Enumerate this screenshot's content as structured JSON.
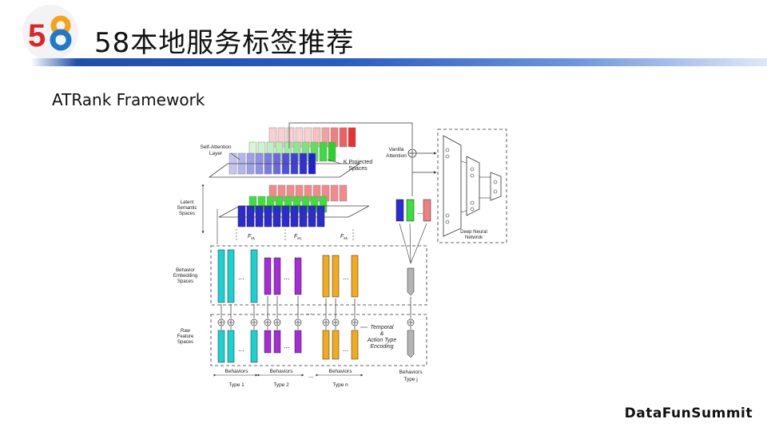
{
  "header": {
    "logo_text": "58",
    "title": "58本地服务标签推荐"
  },
  "subtitle": "ATRank Framework",
  "footer": "DataFunSummit",
  "colors": {
    "logo_5": "#d9262a",
    "logo_8a": "#f6a21b",
    "logo_8b": "#1f78c8",
    "bar_left": "#1f4fa8",
    "bar_right": "#dfe8f8",
    "cyan": "#19d3d3",
    "purple": "#a62bd9",
    "orange": "#f5a91b",
    "gray": "#b4b4b4",
    "blue": "#2b2bd4",
    "green": "#3be03b",
    "red": "#f27f7f"
  },
  "diagram": {
    "self_attention_label": "Self-Attention\nLayer",
    "k_projected_label": "K Projected\nSpaces",
    "vanilla_label": "Vanilla\nAttention",
    "latent_label": "Latent\nSemantic\nSpaces",
    "fm1_label": "F",
    "fm1_sub": "M₁",
    "fm2_label": "F",
    "fm2_sub": "M₂",
    "fmk_label": "F",
    "fmk_sub": "Mₖ",
    "dnn_label": "Deep Neural\nNetwrok",
    "behavior_emb_label": "Behavior\nEmbedding\nSpaces",
    "raw_feature_label": "Raw\nFeature\nSpaces",
    "temporal_label": "Temporal\n&\nAction Type\nEncoding",
    "behaviors_j_label": "Behaviors\nType j",
    "ellipsis": "...",
    "groups": [
      {
        "behaviors": "Behaviors",
        "type": "Type 1"
      },
      {
        "behaviors": "Behaviors",
        "type": "Type 2"
      },
      {
        "behaviors": "Behaviors",
        "type": "Type n"
      }
    ]
  }
}
